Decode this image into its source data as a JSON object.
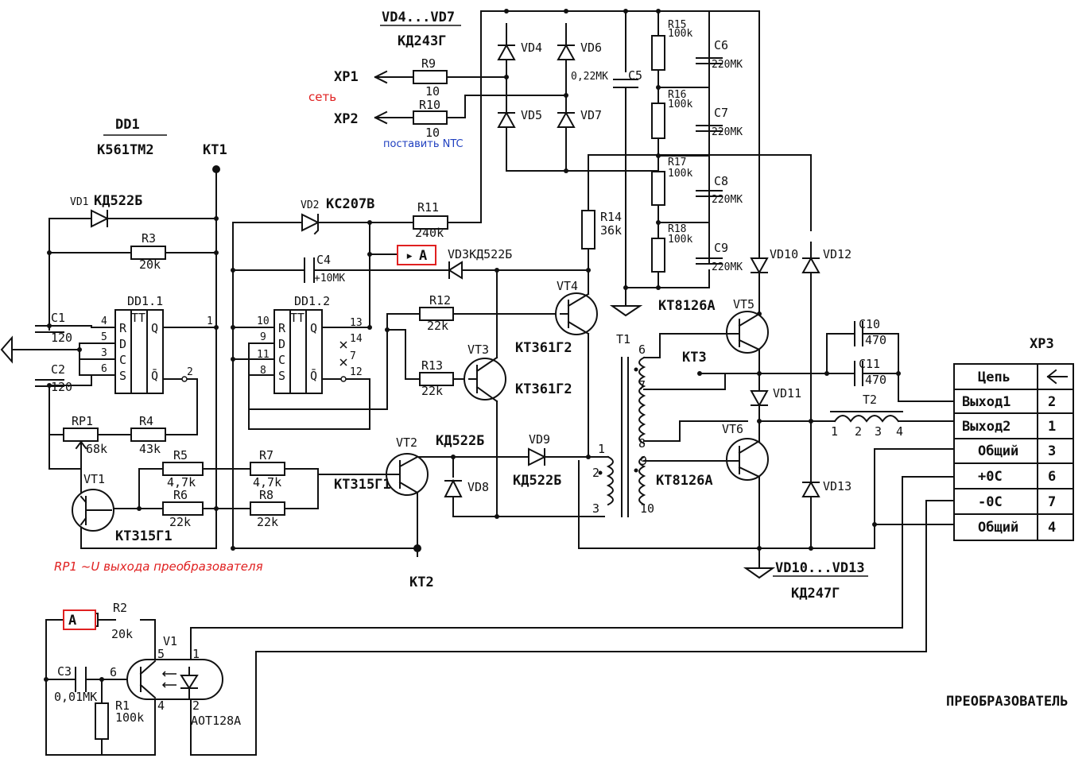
{
  "title": "ПРЕОБРАЗОВАТЕЛЬ",
  "notes": {
    "mains": "сеть",
    "ntc": "поставить NTC",
    "rp1": "RP1 ~U выхода преобразователя"
  },
  "connectors": {
    "xp1": "XP1",
    "xp2": "XP2",
    "xp3": "XP3",
    "marker_a": "A"
  },
  "test_points": {
    "kt1": "KT1",
    "kt2": "KT2",
    "kt3": "KT3"
  },
  "chips": {
    "dd1": "DD1",
    "dd1_type": "K561TM2",
    "dd1_1": "DD1.1",
    "dd1_2": "DD1.2",
    "tt": "TT",
    "pins": {
      "r": "R",
      "d": "D",
      "c": "C",
      "s": "S",
      "q": "Q",
      "nq": "Q̄"
    }
  },
  "components": {
    "vd1": "VD1",
    "vd1_type": "КД522Б",
    "vd2": "VD2",
    "vd2_type": "KC207B",
    "vd3": "VD3КД522Б",
    "vd4": "VD4",
    "vd5": "VD5",
    "vd6": "VD6",
    "vd7": "VD7",
    "vd4_7": "VD4...VD7",
    "vd4_7_type": "КД243Г",
    "vd8": "VD8",
    "vd9": "VD9",
    "vd9_type": "КД522Б",
    "vd8_type": "КД522Б",
    "vd10": "VD10",
    "vd11": "VD11",
    "vd12": "VD12",
    "vd13": "VD13",
    "vd10_13": "VD10...VD13",
    "vd10_13_type": "КД247Г",
    "vt1": "VT1",
    "vt1_type": "KT315Г1",
    "vt2": "VT2",
    "vt2_type": "KT315Г1",
    "vt3": "VT3",
    "vt3_type": "KT361Г2",
    "vt4": "VT4",
    "vt4_type": "KT361Г2",
    "vt5": "VT5",
    "vt5_type": "KT8126A",
    "vt6": "VT6",
    "vt6_type": "KT8126A",
    "v1": "V1",
    "v1_type": "AOT128A",
    "t1": "T1",
    "t2": "T2",
    "r1": "R1",
    "r1_val": "100k",
    "r2": "R2",
    "r2_val": "20k",
    "r3": "R3",
    "r3_val": "20k",
    "r4": "R4",
    "r4_val": "43k",
    "r5": "R5",
    "r5_val": "4,7k",
    "r6": "R6",
    "r6_val": "22k",
    "r7": "R7",
    "r7_val": "4,7k",
    "r8": "R8",
    "r8_val": "22k",
    "r9": "R9",
    "r9_val": "10",
    "r10": "R10",
    "r10_val": "10",
    "r11": "R11",
    "r11_val": "240k",
    "r12": "R12",
    "r12_val": "22k",
    "r13": "R13",
    "r13_val": "22k",
    "r14": "R14",
    "r14_val": "36k",
    "r15": "R15",
    "r15_val": "100k",
    "r16": "R16",
    "r16_val": "100k",
    "r17": "R17",
    "r17_val": "100k",
    "r18": "R18",
    "r18_val": "100k",
    "rp1": "RP1",
    "rp1_val": "68k",
    "c1": "C1",
    "c1_val": "120",
    "c2": "C2",
    "c2_val": "120",
    "c3": "C3",
    "c3_val": "0,01MK",
    "c4": "C4",
    "c4_val": "+10MK",
    "c5": "C5",
    "c5_val": "0,22MK",
    "c6": "C6",
    "c6_val": "220MK",
    "c7": "C7",
    "c7_val": "220MK",
    "c8": "C8",
    "c8_val": "220MK",
    "c9": "C9",
    "c9_val": "220MK",
    "c10": "C10",
    "c10_val": "470",
    "c11": "C11",
    "c11_val": "470"
  },
  "pin_numbers": {
    "dd11": [
      "4",
      "5",
      "3",
      "6",
      "1",
      "2"
    ],
    "dd12": [
      "10",
      "9",
      "11",
      "8",
      "13",
      "14",
      "7",
      "12"
    ],
    "t1": [
      "1",
      "2",
      "3",
      "6",
      "7",
      "8",
      "9",
      "10"
    ],
    "t2": [
      "1",
      "2",
      "3",
      "4"
    ],
    "v1": [
      "5",
      "6",
      "4",
      "1",
      "2"
    ]
  },
  "xp3_table": {
    "header_label": "Цепь",
    "header_icon": "arrow-left-icon",
    "rows": [
      {
        "label": "Выход1",
        "pin": "2"
      },
      {
        "label": "Выход2",
        "pin": "1"
      },
      {
        "label": "Общий",
        "pin": "3"
      },
      {
        "label": "+0С",
        "pin": "6"
      },
      {
        "label": "-0С",
        "pin": "7"
      },
      {
        "label": "Общий",
        "pin": "4"
      }
    ]
  },
  "colors": {
    "wire": "#111111",
    "note_red": "#e02020",
    "note_blue": "#2040c0"
  }
}
